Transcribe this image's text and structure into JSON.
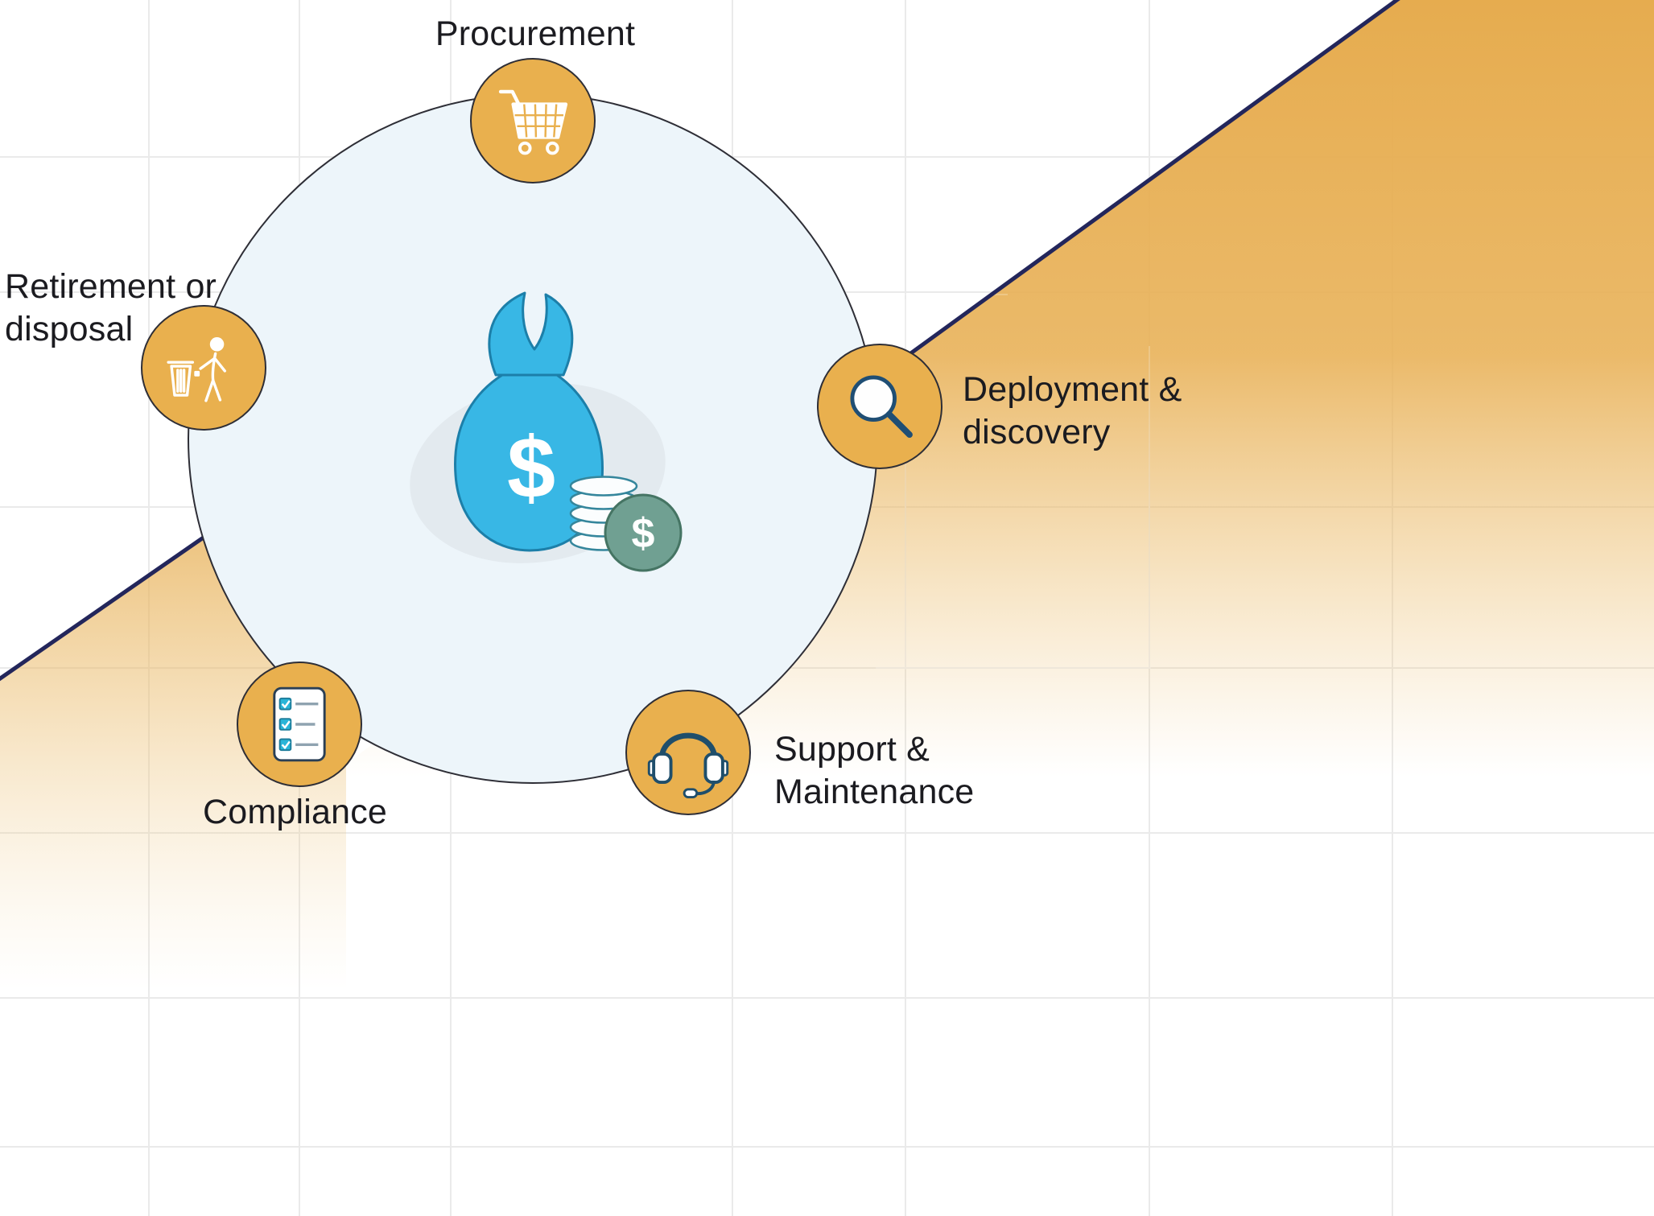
{
  "nodes": {
    "procurement": {
      "label": "Procurement"
    },
    "deployment": {
      "line1": "Deployment &",
      "line2": "discovery"
    },
    "support": {
      "line1": "Support &",
      "line2": "Maintenance"
    },
    "compliance": {
      "label": "Compliance"
    },
    "retirement": {
      "line1": "Retirement or",
      "line2": "disposal"
    }
  },
  "center": {
    "bag_symbol": "$",
    "coin_symbol": "$"
  },
  "icons": {
    "procurement": "shopping-cart-icon",
    "deployment": "magnifier-icon",
    "support": "headset-icon",
    "compliance": "checklist-icon",
    "retirement": "trash-person-icon",
    "center": "money-bag-icon"
  },
  "colors": {
    "node_fill": "#E9B04E",
    "node_border": "#2E2E36",
    "ring_fill": "#EDF5FA",
    "ring_border": "#2E2E36",
    "gold_area": "#E6AC4F",
    "navy_line": "#23265B",
    "money_bag": "#38B7E5",
    "coin_green": "#70A092",
    "grid_line": "#E7E7E7",
    "label_text": "#1B1B20"
  }
}
